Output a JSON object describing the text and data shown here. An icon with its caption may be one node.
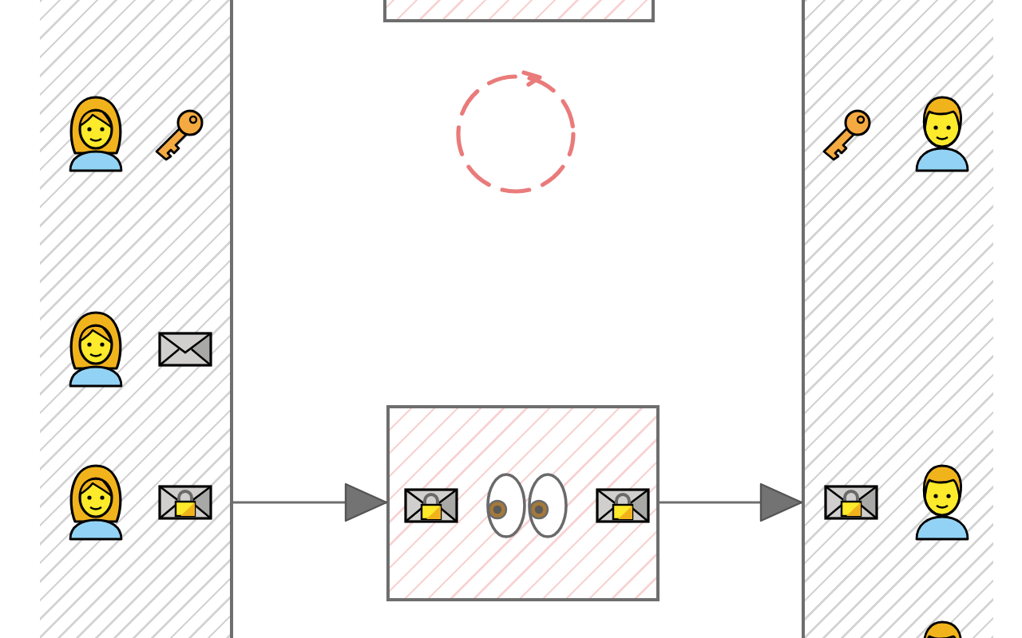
{
  "diagram": {
    "nodes": [
      {
        "text": [],
        "shape": "box"
      },
      {
        "text": [],
        "shape": "box"
      },
      {
        "text": [],
        "shape": "box"
      },
      {
        "text": [],
        "shape": "box"
      }
    ],
    "edges": [
      {
        "from": 0,
        "to": 3,
        "arrow": "to"
      },
      {
        "from": 3,
        "to": 2,
        "arrow": "to"
      }
    ]
  }
}
